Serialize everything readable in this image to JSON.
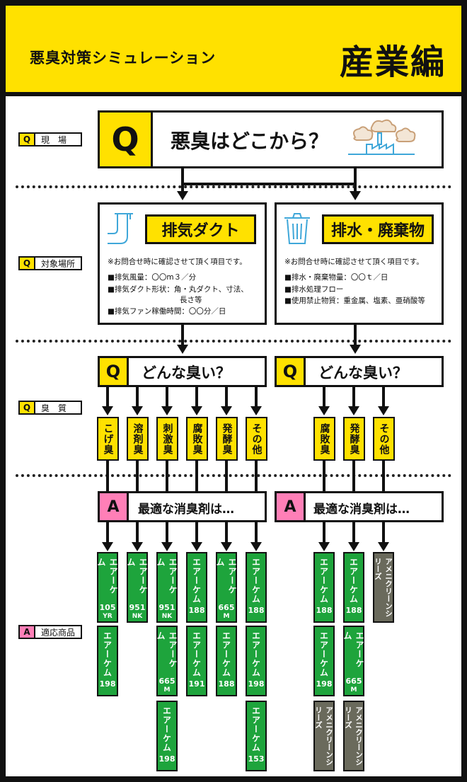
{
  "header": {
    "title": "悪臭対策シミュレーション",
    "category": "産業編"
  },
  "colors": {
    "yellow": "#ffe100",
    "pink": "#ff7fb7",
    "green": "#1ea43c",
    "grey": "#6a6a5c",
    "black": "#111111"
  },
  "side_labels": [
    {
      "tag": "Q",
      "text": "現　場"
    },
    {
      "tag": "Q",
      "text": "対象場所"
    },
    {
      "tag": "Q",
      "text": "臭　質"
    },
    {
      "tag": "A",
      "text": "適応商品"
    }
  ],
  "main_question": {
    "tag": "Q",
    "text": "悪臭はどこから？",
    "icon": "factory-smoke-icon"
  },
  "targets": [
    {
      "label": "排気ダクト",
      "icon": "duct-icon",
      "note": "※お問合せ時に確認させて頂く項目です。",
      "items": [
        "■排気風量：〇〇m３／分",
        "■排気ダクト形状：角・丸ダクト、寸法、",
        "長さ等",
        "■排気ファン稼働時間：〇〇分／日"
      ]
    },
    {
      "label": "排水・廃棄物",
      "icon": "trash-bin-icon",
      "note": "※お問合せ時に確認させて頂く項目です。",
      "items": [
        "■排水・廃棄物量：〇〇ｔ／日",
        "■排水処理フロー",
        "■使用禁止物質：重金属、塩素、亜硝酸等"
      ]
    }
  ],
  "odor_question": {
    "tag": "Q",
    "text": "どんな臭い？"
  },
  "odors_left": [
    "こげ臭",
    "溶剤臭",
    "刺激臭",
    "腐敗臭",
    "発酵臭",
    "その他"
  ],
  "odors_right": [
    "腐敗臭",
    "発酵臭",
    "その他"
  ],
  "answer": {
    "tag": "A",
    "text": "最適な消臭剤は…"
  },
  "product_name": "エアーケム",
  "products_left": [
    [
      {
        "num": "105",
        "sub": "YR"
      },
      {
        "num": "198",
        "sub": ""
      }
    ],
    [
      {
        "num": "951",
        "sub": "NK"
      }
    ],
    [
      {
        "num": "951",
        "sub": "NK"
      },
      {
        "num": "665",
        "sub": "M"
      },
      {
        "num": "198",
        "sub": ""
      }
    ],
    [
      {
        "num": "188",
        "sub": ""
      },
      {
        "num": "191",
        "sub": ""
      }
    ],
    [
      {
        "num": "665",
        "sub": "M"
      },
      {
        "num": "188",
        "sub": ""
      }
    ],
    [
      {
        "num": "188",
        "sub": ""
      },
      {
        "num": "198",
        "sub": ""
      },
      {
        "num": "153",
        "sub": ""
      }
    ]
  ],
  "products_right": [
    [
      {
        "num": "188",
        "sub": ""
      },
      {
        "num": "198",
        "sub": ""
      },
      {
        "series": "アメニクリーンシリーズ"
      }
    ],
    [
      {
        "num": "188",
        "sub": ""
      },
      {
        "num": "665",
        "sub": "M"
      },
      {
        "series": "アメニクリーンシリーズ"
      }
    ],
    [
      {
        "series": "アメニクリーンシリーズ"
      }
    ]
  ]
}
